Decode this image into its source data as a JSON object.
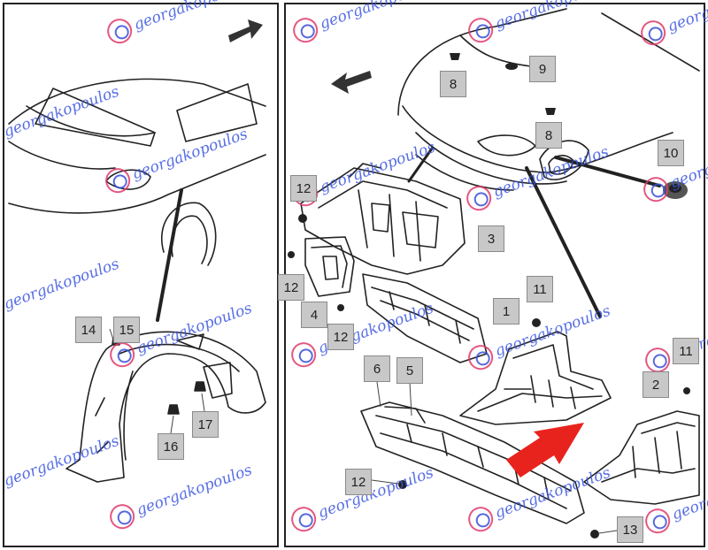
{
  "diagram": {
    "watermark_text": "georgakopoulos",
    "accent_color": "#e8231e",
    "callouts": {
      "c1": "1",
      "c2": "2",
      "c3": "3",
      "c4": "4",
      "c5": "5",
      "c6": "6",
      "c8a": "8",
      "c8b": "8",
      "c9": "9",
      "c10": "10",
      "c11a": "11",
      "c11b": "11",
      "c12a": "12",
      "c12b": "12",
      "c12c": "12",
      "c12d": "12",
      "c13": "13",
      "c14": "14",
      "c15": "15",
      "c16": "16",
      "c17": "17"
    },
    "icons": {
      "direction_arrow": "arrow-icon",
      "highlight_arrow": "red-arrow-icon",
      "fastener": "clip-icon",
      "watermark_seal": "logo-seal-icon"
    }
  }
}
